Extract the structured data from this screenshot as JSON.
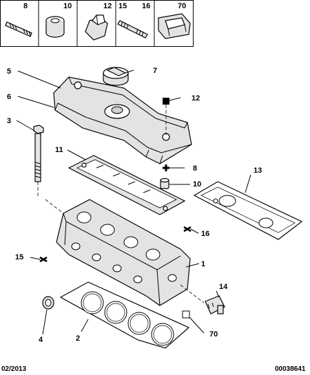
{
  "legend": {
    "cells": [
      {
        "num": "8",
        "icon": "stud-bolt-icon"
      },
      {
        "num": "10",
        "icon": "bushing-icon"
      },
      {
        "num": "12",
        "icon": "nut-icon"
      },
      {
        "num": "15",
        "icon": "stud-bolt-icon"
      },
      {
        "num": "16",
        "icon": "stud-bolt-icon"
      },
      {
        "num": "70",
        "icon": "clip-icon"
      }
    ]
  },
  "callouts": {
    "c1": "1",
    "c2": "2",
    "c3": "3",
    "c4": "4",
    "c5": "5",
    "c6": "6",
    "c7": "7",
    "c8": "8",
    "c10": "10",
    "c11": "11",
    "c12": "12",
    "c13": "13",
    "c14": "14",
    "c15": "15",
    "c16": "16",
    "c70": "70"
  },
  "footer": {
    "date": "02/2013",
    "reference": "00038641"
  }
}
